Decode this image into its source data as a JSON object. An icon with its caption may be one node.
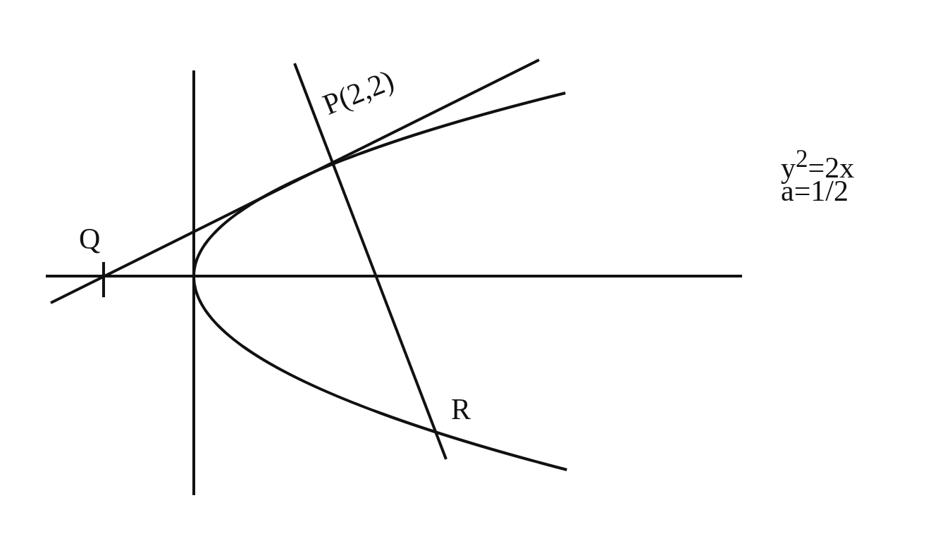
{
  "diagram": {
    "labels": [
      "P(2,2)",
      "Q",
      "R",
      "y$^{2}$=2x",
      "a=1/2"
    ]
  }
}
